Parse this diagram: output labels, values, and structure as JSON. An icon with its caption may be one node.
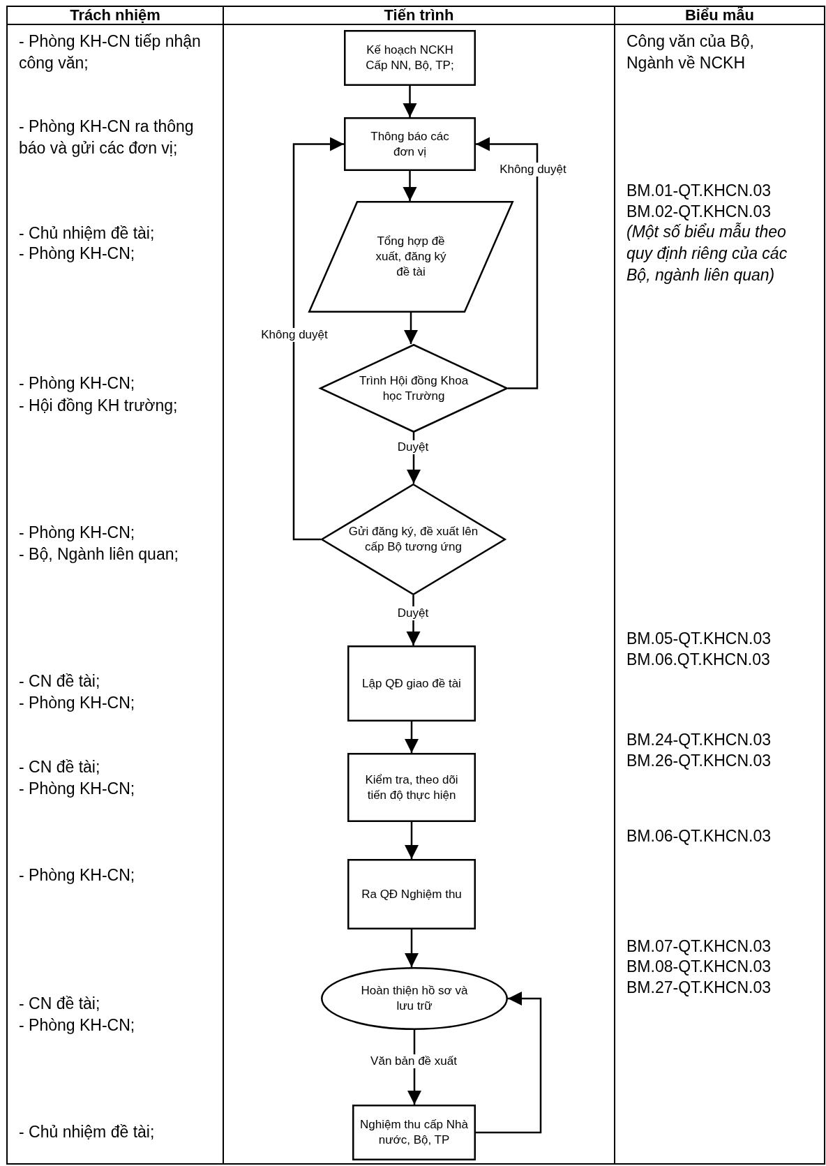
{
  "diagram": {
    "nodes": [
      {
        "text": [
          "Kế hoạch NCKH Cấp NN, Bộ, TP;"
        ]
      },
      {
        "text": [
          "Thông báo các đơn vị"
        ]
      },
      {
        "text": [
          "Tổng hợp đề xuất, đăng ký đề tài"
        ]
      },
      {
        "text": [
          "Trình Hội đồng Khoa học Trường"
        ]
      },
      {
        "text": [
          "Gửi đăng ký, đề xuất lên cấp Bộ tương ứng"
        ]
      },
      {
        "text": [
          "Lập QĐ giao đề tài"
        ]
      },
      {
        "text": [
          "Kiểm tra, theo dõi tiến độ thực hiện"
        ]
      },
      {
        "text": [
          "Ra QĐ Nghiệm thu"
        ]
      },
      {
        "text": [
          "Hoàn thiện hồ sơ và lưu trữ"
        ]
      },
      {
        "text": [
          "Nghiệm thu cấp Nhà nước, Bộ, TP"
        ]
      }
    ],
    "edges": [
      {
        "from": 0,
        "to": 1,
        "arrow": "to"
      },
      {
        "from": 1,
        "to": 2,
        "arrow": "to"
      },
      {
        "from": 2,
        "to": 3,
        "arrow": "to"
      },
      {
        "from": 3,
        "to": 1,
        "arrow": "to",
        "label": "Không duyệt"
      },
      {
        "from": 3,
        "to": 4,
        "arrow": "to",
        "label": "Duyệt"
      },
      {
        "from": 4,
        "to": 1,
        "arrow": "to",
        "label": "Không duyệt"
      },
      {
        "from": 4,
        "to": 5,
        "arrow": "to",
        "label": "Duyệt"
      },
      {
        "from": 5,
        "to": 6,
        "arrow": "to"
      },
      {
        "from": 6,
        "to": 7,
        "arrow": "to"
      },
      {
        "from": 7,
        "to": 8,
        "arrow": "to"
      },
      {
        "from": 8,
        "to": 9,
        "arrow": "to",
        "label": "Văn bản đề xuất"
      },
      {
        "from": 9,
        "to": 8,
        "arrow": "to"
      }
    ],
    "labels": [
      "Trách nhiệm",
      "Tiến trình",
      "Biểu mẫu",
      "- Phòng KH-CN tiếp nhận công văn;",
      "- Phòng KH-CN ra thông báo và gửi các đơn vị;",
      "- Chủ nhiệm đề tài;",
      "- Phòng KH-CN;",
      "- Phòng KH-CN;",
      "- Hội đồng KH trường;",
      "- Phòng KH-CN;",
      "- Bộ, Ngành liên quan;",
      "- CN đề tài;",
      "- Phòng KH-CN;",
      "- CN đề tài;",
      "- Phòng KH-CN;",
      "- Phòng KH-CN;",
      "- CN đề tài;",
      "- Phòng KH-CN;",
      "- Chủ nhiệm đề tài;",
      "Công văn của Bộ, Ngành về NCKH",
      "BM.01-QT.KHCN.03",
      "BM.02-QT.KHCN.03",
      "(Một số biểu mẫu theo quy định riêng của các Bộ, ngành liên quan)",
      "BM.05-QT.KHCN.03",
      "BM.06.QT.KHCN.03",
      "BM.24-QT.KHCN.03",
      "BM.26-QT.KHCN.03",
      "BM.06-QT.KHCN.03",
      "BM.07-QT.KHCN.03",
      "BM.08-QT.KHCN.03",
      "BM.27-QT.KHCN.03"
    ]
  }
}
